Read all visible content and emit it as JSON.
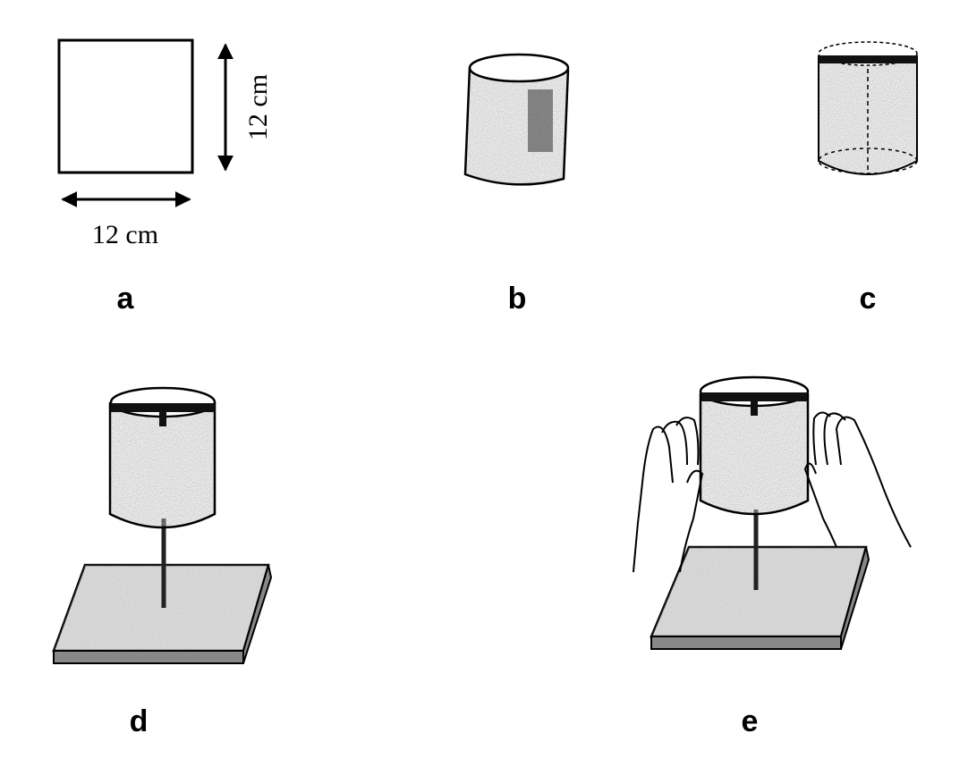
{
  "panels": [
    {
      "label": "a",
      "width_label": "12 cm",
      "height_label": "12 cm"
    },
    {
      "label": "b"
    },
    {
      "label": "c"
    },
    {
      "label": "d"
    },
    {
      "label": "e"
    }
  ],
  "colors": {
    "ink": "#000000",
    "shade": "#555555",
    "board": "#8a8a8a"
  }
}
